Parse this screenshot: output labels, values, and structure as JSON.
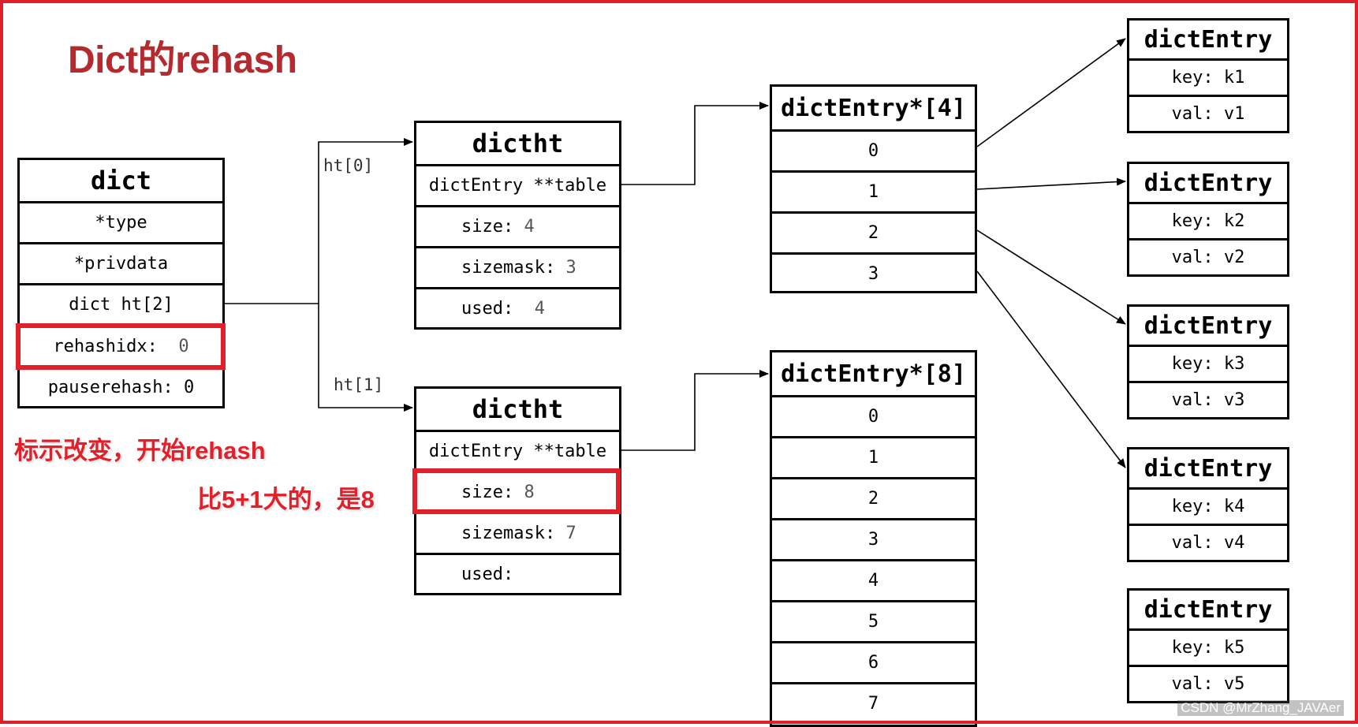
{
  "title": "Dict的rehash",
  "dict": {
    "header": "dict",
    "rows": [
      "*type",
      "*privdata",
      "dict ht[2]"
    ],
    "rehashidx_label": "rehashidx:",
    "rehashidx_value": "0",
    "pauserehash": "pauserehash: 0"
  },
  "ht_labels": {
    "ht0": "ht[0]",
    "ht1": "ht[1]"
  },
  "dictht0": {
    "header": "dictht",
    "table": "dictEntry **table",
    "size_label": "size:",
    "size_value": "4",
    "sizemask_label": "sizemask:",
    "sizemask_value": "3",
    "used_label": "used:",
    "used_value": "4"
  },
  "dictht1": {
    "header": "dictht",
    "table": "dictEntry **table",
    "size_label": "size:",
    "size_value": "8",
    "sizemask_label": "sizemask:",
    "sizemask_value": "7",
    "used_label": "used:",
    "used_value": ""
  },
  "array4": {
    "header": "dictEntry*[4]",
    "slots": [
      "0",
      "1",
      "2",
      "3"
    ]
  },
  "array8": {
    "header": "dictEntry*[8]",
    "slots": [
      "0",
      "1",
      "2",
      "3",
      "4",
      "5",
      "6",
      "7"
    ]
  },
  "entries": [
    {
      "header": "dictEntry",
      "key": "key: k1",
      "val": "val: v1"
    },
    {
      "header": "dictEntry",
      "key": "key: k2",
      "val": "val: v2"
    },
    {
      "header": "dictEntry",
      "key": "key: k3",
      "val": "val: v3"
    },
    {
      "header": "dictEntry",
      "key": "key: k4",
      "val": "val: v4"
    },
    {
      "header": "dictEntry",
      "key": "key: k5",
      "val": "val: v5"
    }
  ],
  "annotations": {
    "flag_changed": "标示改变，开始rehash",
    "size_note": "比5+1大的，是8"
  },
  "watermark": "CSDN @MrZhang_JAVAer",
  "colors": {
    "accent": "#e3202a",
    "title": "#b52a2e"
  }
}
